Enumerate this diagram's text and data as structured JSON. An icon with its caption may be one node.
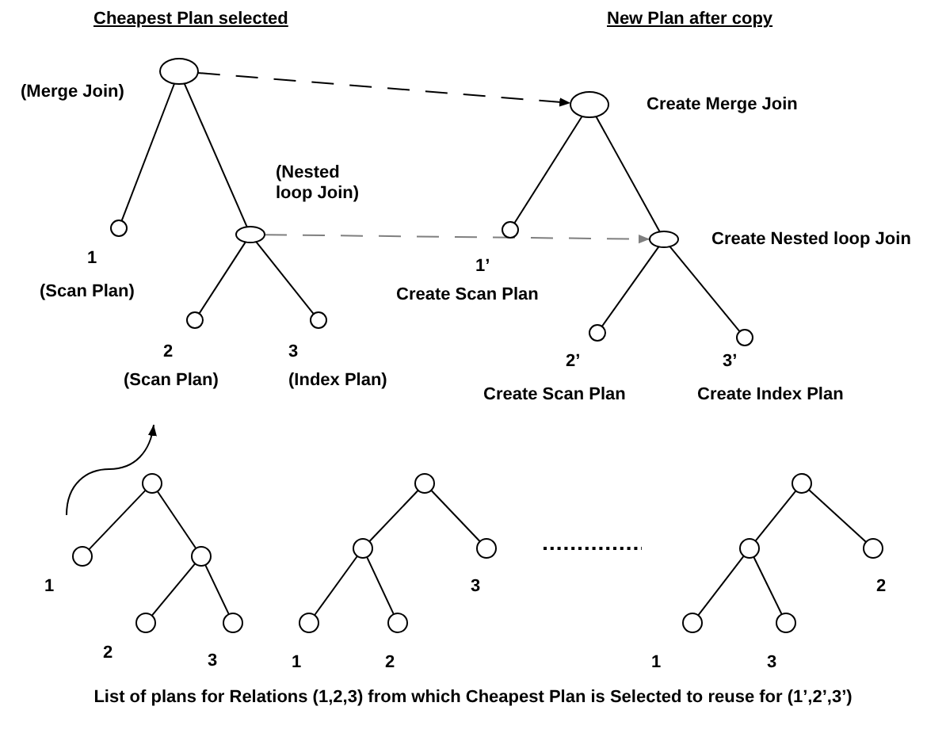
{
  "diagram": {
    "caption": "List of plans for Relations (1,2,3) from which Cheapest Plan is Selected to reuse for (1’,2’,3’)",
    "nodes": [
      {
        "text": [],
        "shape": "circle",
        "beside": [
          "(Merge Join)"
        ]
      },
      {
        "text": [],
        "shape": "circle",
        "beside": [
          "1",
          "(Scan Plan)"
        ]
      },
      {
        "text": [],
        "shape": "circle",
        "beside": [
          "(Nested loop Join)"
        ]
      },
      {
        "text": [],
        "shape": "circle",
        "beside": [
          "2",
          "(Scan Plan)"
        ]
      },
      {
        "text": [],
        "shape": "circle",
        "beside": [
          "3",
          "(Index Plan)"
        ]
      },
      {
        "text": [],
        "shape": "circle",
        "beside": [
          "Create Merge Join"
        ]
      },
      {
        "text": [],
        "shape": "circle",
        "beside": [
          "1’",
          "Create Scan Plan"
        ]
      },
      {
        "text": [],
        "shape": "circle",
        "beside": [
          "Create Nested loop Join"
        ]
      },
      {
        "text": [],
        "shape": "circle",
        "beside": [
          "2’",
          "Create Scan Plan"
        ]
      },
      {
        "text": [],
        "shape": "circle",
        "beside": [
          "3’",
          "Create Index Plan"
        ]
      },
      {
        "text": [],
        "shape": "circle"
      },
      {
        "text": [],
        "shape": "circle",
        "beside": [
          "1"
        ]
      },
      {
        "text": [],
        "shape": "circle"
      },
      {
        "text": [],
        "shape": "circle",
        "beside": [
          "2"
        ]
      },
      {
        "text": [],
        "shape": "circle",
        "beside": [
          "3"
        ]
      },
      {
        "text": [],
        "shape": "circle"
      },
      {
        "text": [],
        "shape": "circle"
      },
      {
        "text": [],
        "shape": "circle",
        "beside": [
          "3"
        ]
      },
      {
        "text": [],
        "shape": "circle",
        "beside": [
          "1"
        ]
      },
      {
        "text": [],
        "shape": "circle",
        "beside": [
          "2"
        ]
      },
      {
        "text": [],
        "shape": "circle"
      },
      {
        "text": [],
        "shape": "circle"
      },
      {
        "text": [],
        "shape": "circle",
        "beside": [
          "2"
        ]
      },
      {
        "text": [],
        "shape": "circle",
        "beside": [
          "1"
        ]
      },
      {
        "text": [],
        "shape": "circle",
        "beside": [
          "3"
        ]
      }
    ],
    "edges": [
      {
        "from": 0,
        "to": 1,
        "arrow": "none"
      },
      {
        "from": 0,
        "to": 2,
        "arrow": "none"
      },
      {
        "from": 2,
        "to": 3,
        "arrow": "none"
      },
      {
        "from": 2,
        "to": 4,
        "arrow": "none"
      },
      {
        "from": 5,
        "to": 6,
        "arrow": "none"
      },
      {
        "from": 5,
        "to": 7,
        "arrow": "none"
      },
      {
        "from": 7,
        "to": 8,
        "arrow": "none"
      },
      {
        "from": 7,
        "to": 9,
        "arrow": "none"
      },
      {
        "from": 0,
        "to": 5,
        "arrow": "to",
        "style": "dashed"
      },
      {
        "from": 2,
        "to": 7,
        "arrow": "to",
        "style": "dashed",
        "color": "#7f7f7f"
      },
      {
        "from": 10,
        "to": 11,
        "arrow": "none"
      },
      {
        "from": 10,
        "to": 12,
        "arrow": "none"
      },
      {
        "from": 12,
        "to": 13,
        "arrow": "none"
      },
      {
        "from": 12,
        "to": 14,
        "arrow": "none"
      },
      {
        "from": 15,
        "to": 16,
        "arrow": "none"
      },
      {
        "from": 15,
        "to": 17,
        "arrow": "none"
      },
      {
        "from": 16,
        "to": 18,
        "arrow": "none"
      },
      {
        "from": 16,
        "to": 19,
        "arrow": "none"
      },
      {
        "from": 20,
        "to": 21,
        "arrow": "none"
      },
      {
        "from": 20,
        "to": 22,
        "arrow": "none"
      },
      {
        "from": 21,
        "to": 23,
        "arrow": "none"
      },
      {
        "from": 21,
        "to": 24,
        "arrow": "none"
      }
    ],
    "labels": [
      "Cheapest Plan selected",
      "New Plan after copy"
    ]
  }
}
